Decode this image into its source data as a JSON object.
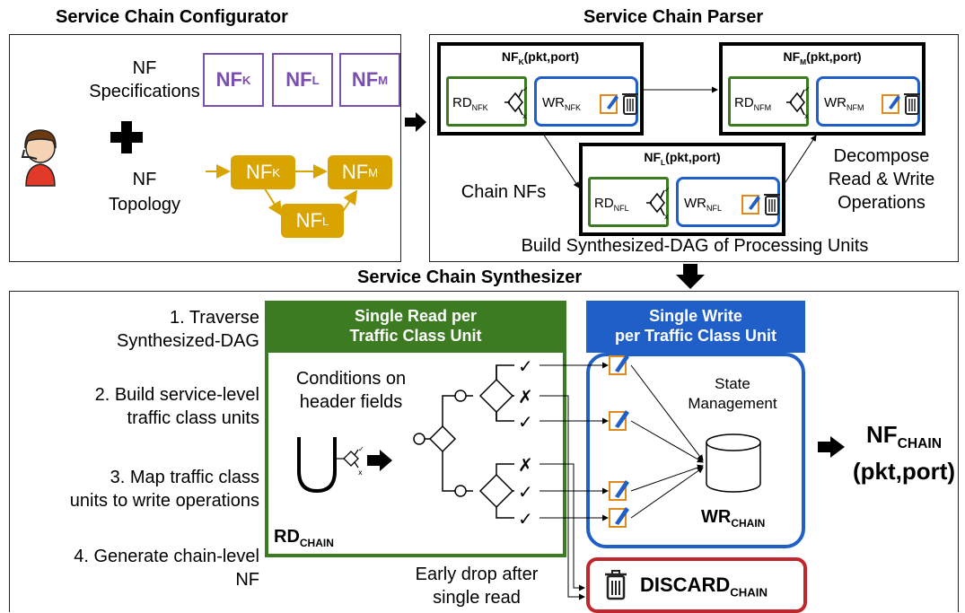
{
  "configurator": {
    "title": "Service Chain Configurator",
    "spec_label_1": "NF",
    "spec_label_2": "Specifications",
    "topo_label_1": "NF",
    "topo_label_2": "Topology",
    "spec_nfs": [
      {
        "base": "NF",
        "sub": "K"
      },
      {
        "base": "NF",
        "sub": "L"
      },
      {
        "base": "NF",
        "sub": "M"
      }
    ],
    "topo_nfs": [
      {
        "base": "NF",
        "sub": "K"
      },
      {
        "base": "NF",
        "sub": "M"
      },
      {
        "base": "NF",
        "sub": "L"
      }
    ]
  },
  "parser": {
    "title": "Service Chain Parser",
    "nf_k": {
      "base": "NF",
      "sub": "K",
      "suffix": "(pkt,port)",
      "rd": "RD",
      "rd_sub": "NFK",
      "wr": "WR",
      "wr_sub": "NFK"
    },
    "nf_m": {
      "base": "NF",
      "sub": "M",
      "suffix": "(pkt,port)",
      "rd": "RD",
      "rd_sub": "NFM",
      "wr": "WR",
      "wr_sub": "NFM"
    },
    "nf_l": {
      "base": "NF",
      "sub": "L",
      "suffix": "(pkt,port)",
      "rd": "RD",
      "rd_sub": "NFL",
      "wr": "WR",
      "wr_sub": "NFL"
    },
    "chain_nfs": "Chain NFs",
    "decompose_1": "Decompose",
    "decompose_2": "Read & Write",
    "decompose_3": "Operations",
    "build": "Build Synthesized-DAG of Processing Units"
  },
  "synthesizer": {
    "title": "Service Chain Synthesizer",
    "steps": [
      {
        "line1": "1. Traverse",
        "line2": "Synthesized-DAG"
      },
      {
        "line1": "2. Build service-level",
        "line2": "traffic class units"
      },
      {
        "line1": "3. Map traffic class",
        "line2": "units to write operations"
      },
      {
        "line1": "4. Generate chain-level",
        "line2": "NF"
      }
    ],
    "read_header_1": "Single Read per",
    "read_header_2": "Traffic Class Unit",
    "write_header_1": "Single Write",
    "write_header_2": "per Traffic Class Unit",
    "conditions_1": "Conditions on",
    "conditions_2": "header fields",
    "state_1": "State",
    "state_2": "Management",
    "rd_chain": "RD",
    "rd_chain_sub": "CHAIN",
    "wr_chain": "WR",
    "wr_chain_sub": "CHAIN",
    "discard": "DISCARD",
    "discard_sub": "CHAIN",
    "early_1": "Early drop after",
    "early_2": "single read",
    "output_base": "NF",
    "output_sub": "CHAIN",
    "output_suffix": "(pkt,port)"
  },
  "colors": {
    "nf_spec": "#7a4fb0",
    "topology": "#d9a400",
    "read": "#3c7b22",
    "write": "#1f5fc7",
    "discard": "#c0262d"
  }
}
